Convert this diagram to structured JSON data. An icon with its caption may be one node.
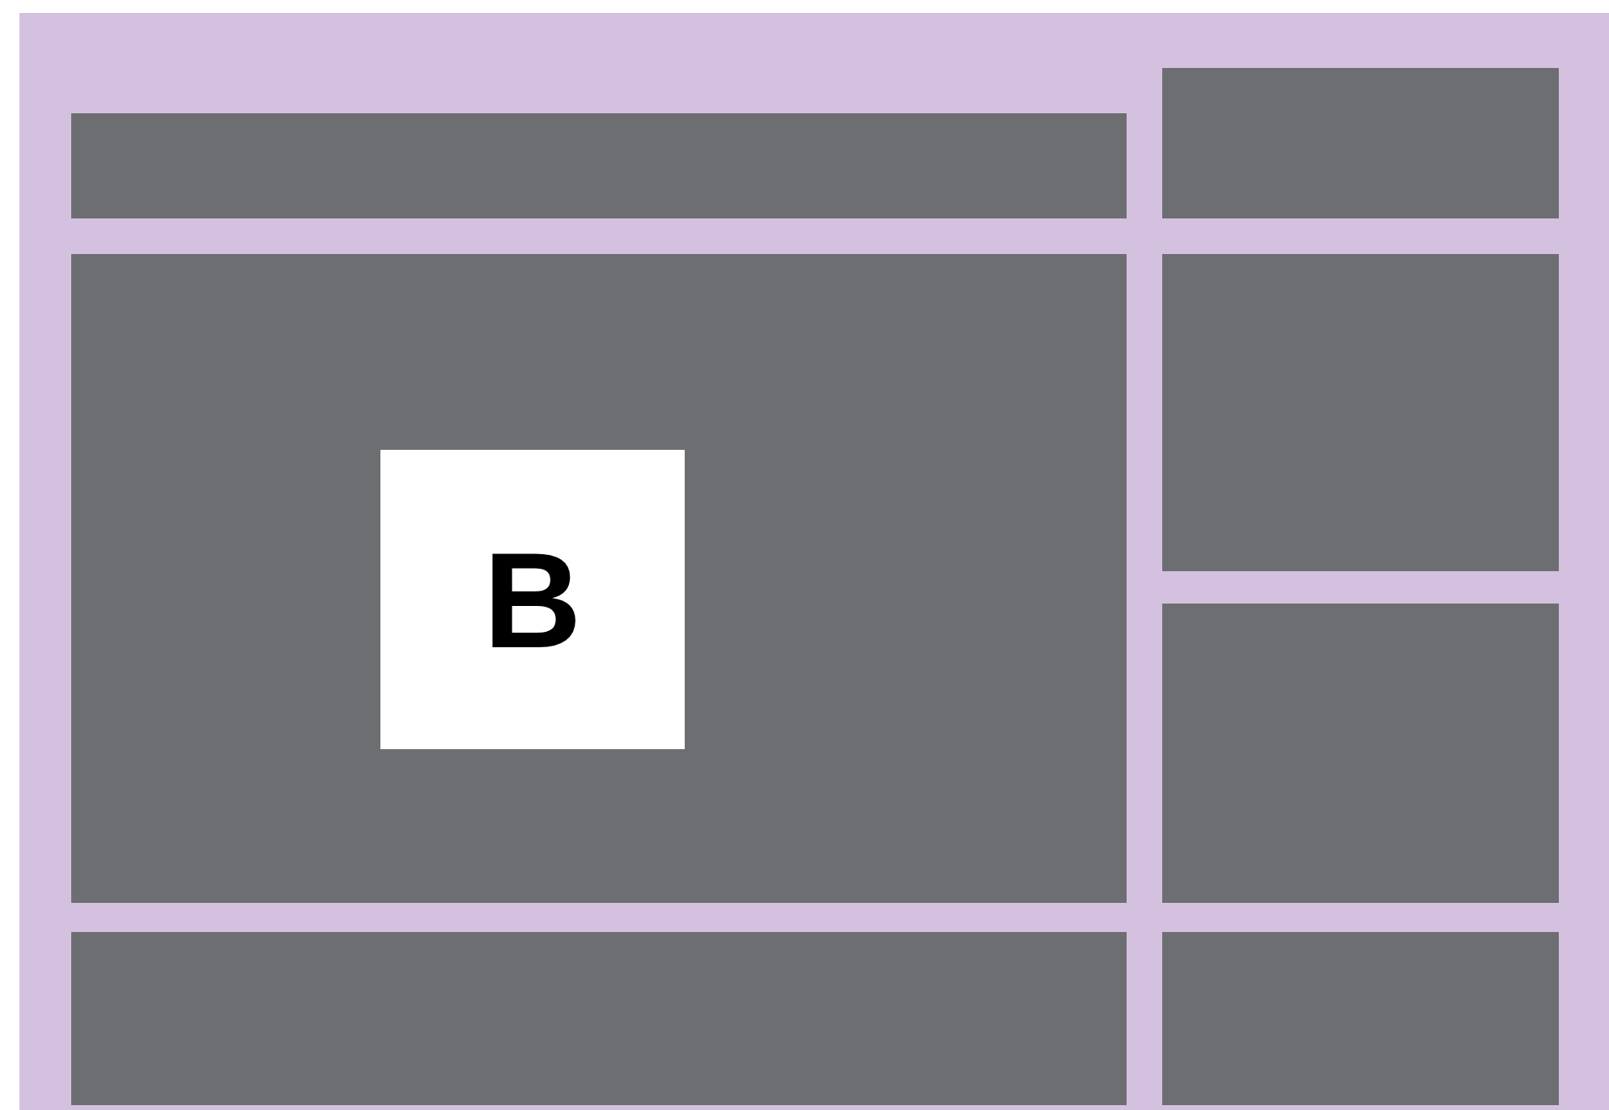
{
  "diagram": {
    "nodes": [
      {
        "text": [],
        "shape": "box"
      },
      {
        "text": [],
        "shape": "box"
      },
      {
        "text": [],
        "shape": "box"
      },
      {
        "text": [
          "B"
        ],
        "in": 2
      },
      {
        "text": [],
        "shape": "box"
      },
      {
        "text": [],
        "shape": "box"
      },
      {
        "text": [],
        "shape": "box"
      },
      {
        "text": [],
        "shape": "box"
      }
    ]
  }
}
